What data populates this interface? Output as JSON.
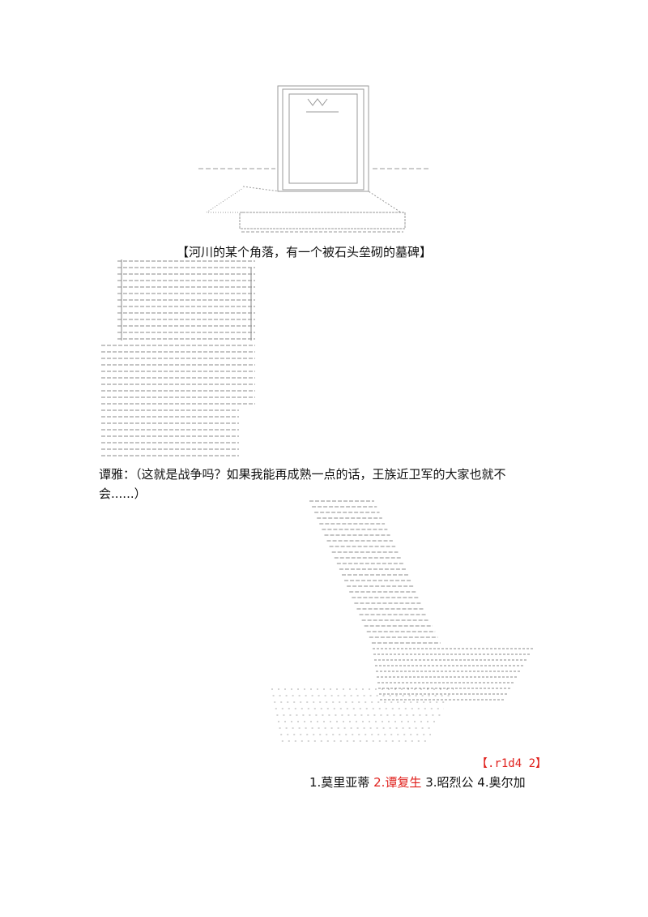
{
  "caption": "【河川的某个角落，有一个被石头垒砌的墓碑】",
  "dialog": {
    "line1": "谭雅：（这就是战争吗？如果我能再成熟一点的话，王族近卫军的大家也就不",
    "line2": "会......）"
  },
  "roll": "【.r1d4 2】",
  "choices": [
    {
      "label": "1.莫里亚蒂",
      "highlight": false
    },
    {
      "label": "2.谭复生",
      "highlight": true
    },
    {
      "label": "3.昭烈公",
      "highlight": false
    },
    {
      "label": "4.奥尔加",
      "highlight": false
    }
  ],
  "colors": {
    "highlight": "#e0201c",
    "art": "#9a9a9a"
  }
}
